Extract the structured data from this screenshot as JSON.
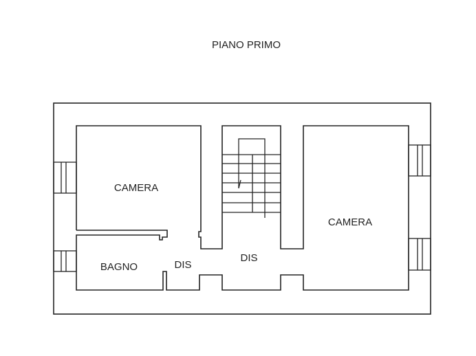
{
  "title": "PIANO PRIMO",
  "rooms": {
    "camera_left": "CAMERA",
    "camera_right": "CAMERA",
    "bagno": "BAGNO",
    "dis_left": "DIS",
    "dis_center": "DIS"
  }
}
